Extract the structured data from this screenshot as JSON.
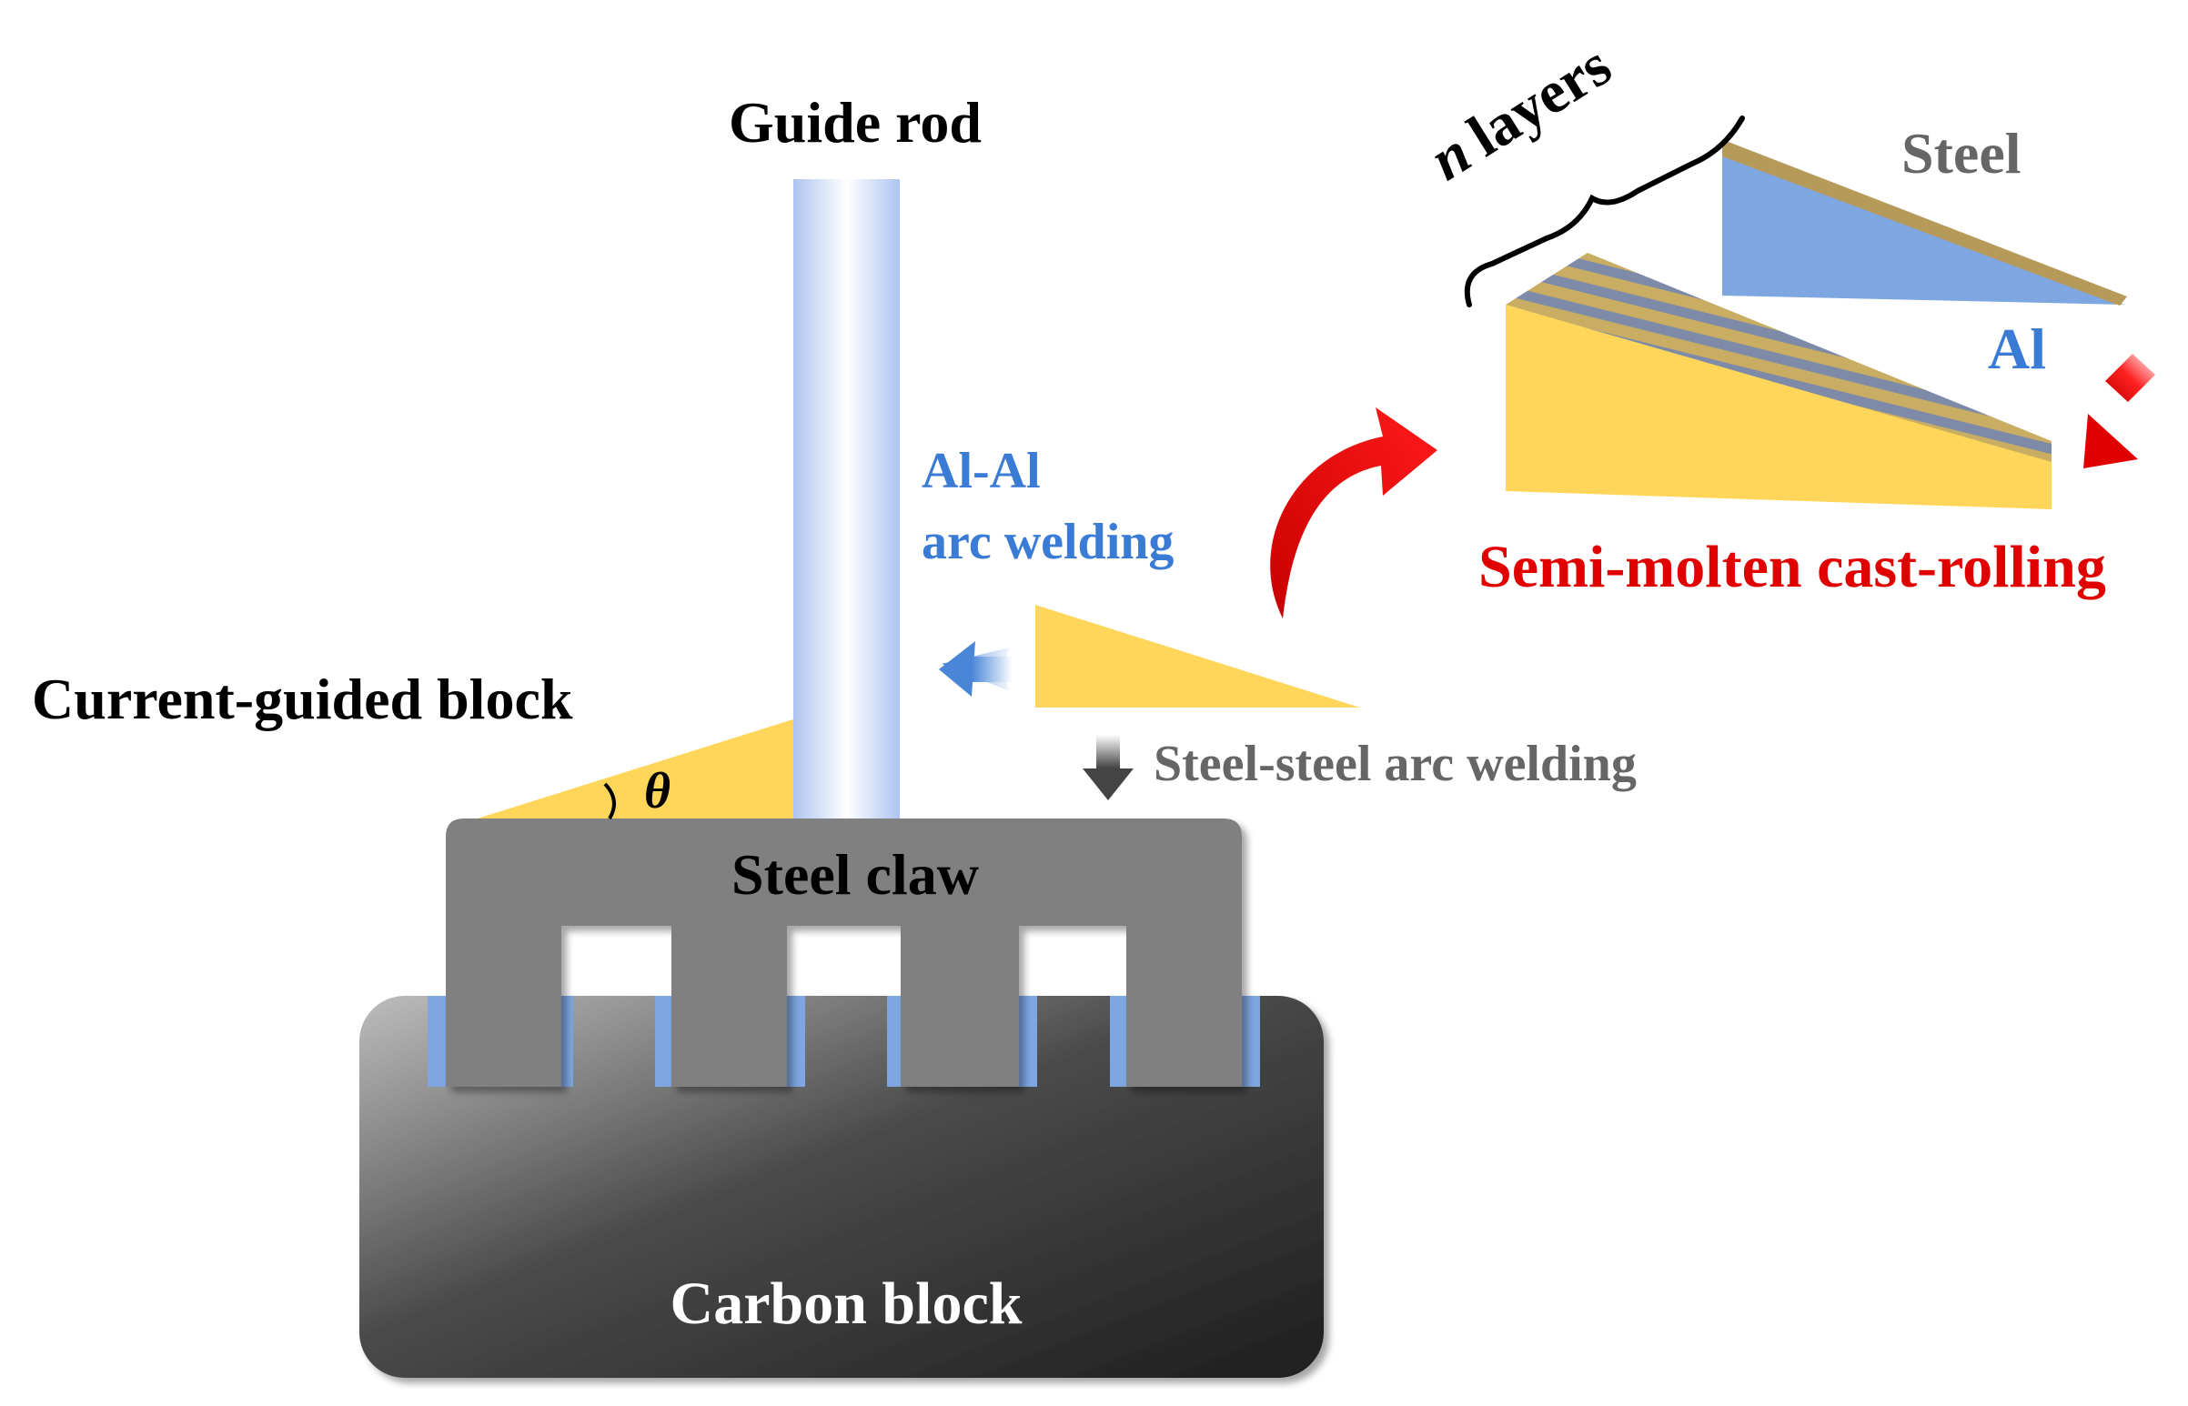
{
  "labels": {
    "guide_rod": "Guide rod",
    "n_layers_var": "n",
    "n_layers_word": "layers",
    "steel": "Steel",
    "al": "Al",
    "al_al_line1": "Al-Al",
    "al_al_line2": "arc welding",
    "semi_molten": "Semi-molten cast-rolling",
    "current_guided_block": "Current-guided block",
    "theta": "θ",
    "steel_steel": "Steel-steel arc welding",
    "steel_claw": "Steel claw",
    "carbon_block": "Carbon block"
  },
  "colors": {
    "steel_grey": "#808080",
    "aluminum_blue": "#7ea6e0",
    "yellow_block": "#ffd659",
    "red_text": "#e00000",
    "blue_text": "#3a7bd5",
    "grey_text": "#666666",
    "black": "#000000"
  }
}
